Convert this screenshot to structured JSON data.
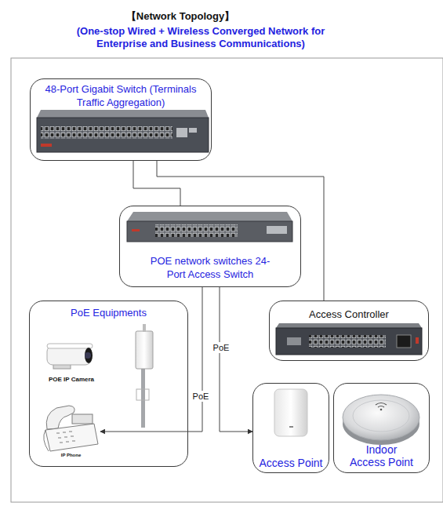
{
  "diagram": {
    "title": "【Network Topology】",
    "nodes": [
      {
        "text": [
          "48-Port Gigabit Switch (Terminals Traffic Aggregation)"
        ]
      },
      {
        "text": [
          "POE network switches 24-Port Access Switch"
        ]
      },
      {
        "text": [
          "PoE Equipments"
        ]
      },
      {
        "text": [
          "POE IP Camera"
        ],
        "in": 2
      },
      {
        "text": [
          "IP Phone"
        ],
        "in": 2
      },
      {
        "text": [
          "Access Controller"
        ]
      },
      {
        "text": [
          "Access Point"
        ]
      },
      {
        "text": [
          "Indoor Access Point"
        ]
      }
    ],
    "edges": [
      {
        "from": 0,
        "to": 1,
        "arrow": "none"
      },
      {
        "from": 0,
        "to": 5,
        "arrow": "none"
      },
      {
        "from": 1,
        "to": 4,
        "label": "PoE",
        "arrow": "to"
      },
      {
        "from": 1,
        "to": 6,
        "label": "PoE",
        "arrow": "to"
      }
    ],
    "labels": [
      "(One-stop Wired + Wireless Converged Network for Enterprise and Business Communications)"
    ]
  }
}
